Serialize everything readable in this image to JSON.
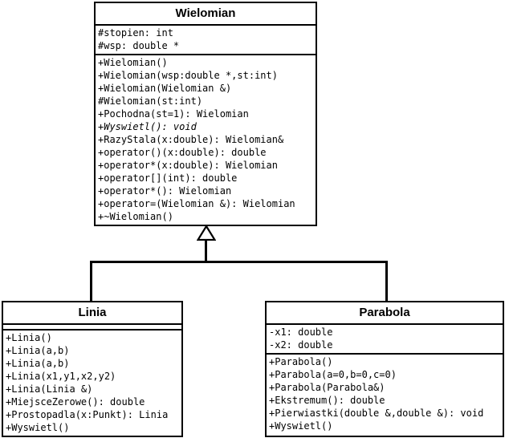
{
  "diagram": {
    "type": "uml-class-diagram",
    "relationship": "generalization",
    "classes": [
      {
        "id": "wielomian",
        "name": "Wielomian",
        "is_abstract": true,
        "attributes": [
          "#stopien: int",
          "#wsp: double *"
        ],
        "operations": [
          {
            "text": "+Wielomian()",
            "abstract": false
          },
          {
            "text": "+Wielomian(wsp:double *,st:int)",
            "abstract": false
          },
          {
            "text": "+Wielomian(Wielomian &)",
            "abstract": false
          },
          {
            "text": "#Wielomian(st:int)",
            "abstract": false
          },
          {
            "text": "+Pochodna(st=1): Wielomian",
            "abstract": false
          },
          {
            "text": "+Wyswietl(): void",
            "abstract": true
          },
          {
            "text": "+RazyStala(x:double): Wielomian&",
            "abstract": false
          },
          {
            "text": "+operator()(x:double): double",
            "abstract": false
          },
          {
            "text": "+operator*(x:double): Wielomian",
            "abstract": false
          },
          {
            "text": "+operator[](int): double",
            "abstract": false
          },
          {
            "text": "+operator*(): Wielomian",
            "abstract": false
          },
          {
            "text": "+operator=(Wielomian &): Wielomian",
            "abstract": false
          },
          {
            "text": "+~Wielomian()",
            "abstract": false
          }
        ]
      },
      {
        "id": "linia",
        "name": "Linia",
        "is_abstract": false,
        "attributes": [],
        "operations": [
          {
            "text": "+Linia()",
            "abstract": false
          },
          {
            "text": "+Linia(a,b)",
            "abstract": false
          },
          {
            "text": "+Linia(a,b)",
            "abstract": false
          },
          {
            "text": "+Linia(x1,y1,x2,y2)",
            "abstract": false
          },
          {
            "text": "+Linia(Linia &)",
            "abstract": false
          },
          {
            "text": "+MiejsceZerowe(): double",
            "abstract": false
          },
          {
            "text": "+Prostopadla(x:Punkt): Linia",
            "abstract": false
          },
          {
            "text": "+Wyswietl()",
            "abstract": false
          }
        ]
      },
      {
        "id": "parabola",
        "name": "Parabola",
        "is_abstract": false,
        "attributes": [
          "-x1: double",
          "-x2: double"
        ],
        "operations": [
          {
            "text": "+Parabola()",
            "abstract": false
          },
          {
            "text": "+Parabola(a=0,b=0,c=0)",
            "abstract": false
          },
          {
            "text": "+Parabola(Parabola&)",
            "abstract": false
          },
          {
            "text": "+Ekstremum(): double",
            "abstract": false
          },
          {
            "text": "+Pierwiastki(double &,double &): void",
            "abstract": false
          },
          {
            "text": "+Wyswietl()",
            "abstract": false
          }
        ]
      }
    ],
    "colors": {
      "line": "#000000",
      "fill": "#ffffff",
      "text": "#000000"
    }
  }
}
